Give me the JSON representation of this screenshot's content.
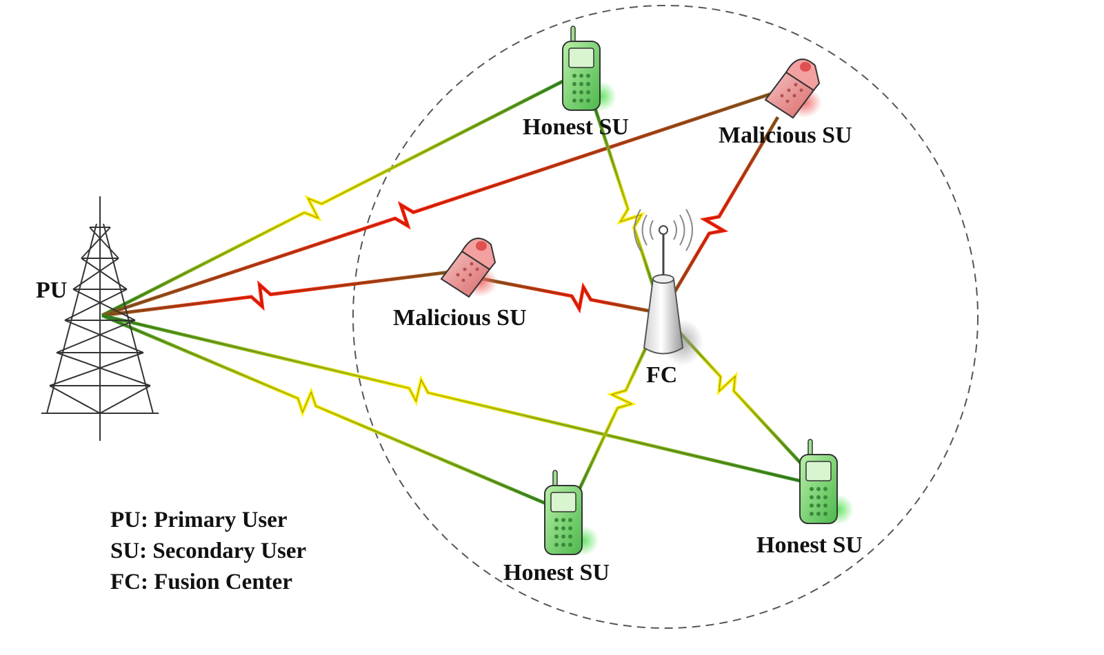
{
  "labels": {
    "pu": "PU",
    "fc": "FC",
    "honest_su": "Honest SU",
    "malicious_su": "Malicious SU"
  },
  "legend": [
    "PU: Primary User",
    "SU: Secondary User",
    "FC: Fusion Center"
  ],
  "colors": {
    "honest_device": "#7ddc6a",
    "honest_glow": "#6fe56f",
    "malicious_device": "#e88080",
    "malicious_glow": "#f07070",
    "link_yellow": "#fff000",
    "link_green": "#2e8b1e",
    "link_red": "#ff1a00",
    "link_brown": "#8a5a1a",
    "coverage_circle": "#555555"
  },
  "nodes": [
    {
      "id": "su-top",
      "role": "honest"
    },
    {
      "id": "su-topright",
      "role": "malicious"
    },
    {
      "id": "su-mid",
      "role": "malicious"
    },
    {
      "id": "su-bottom",
      "role": "honest"
    },
    {
      "id": "su-bottomright",
      "role": "honest"
    }
  ]
}
